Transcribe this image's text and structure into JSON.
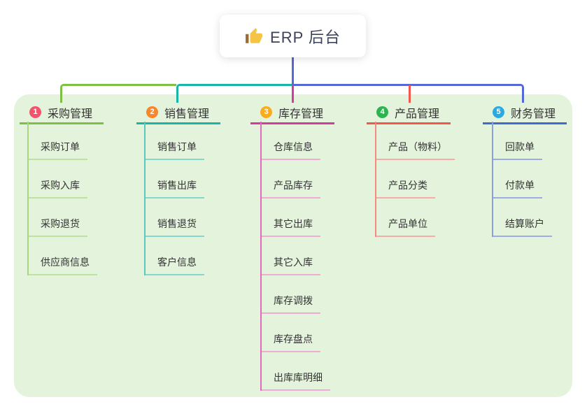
{
  "root": {
    "label": "ERP 后台",
    "icon": "thumbs-up"
  },
  "colors": {
    "canvas_bg": "#ffffff",
    "panel_bg": "#e4f3dc",
    "root_card_bg": "#ffffff",
    "root_text": "#3c4356",
    "node_text": "#333333",
    "root_line": "#5568d4",
    "thumb_yellow": "#f6c445",
    "thumb_cuff": "#9c6b34"
  },
  "branches": [
    {
      "num": "1",
      "title": "采购管理",
      "badge": "#f4536e",
      "line": "#7ec043",
      "line_mid": "#a9d77f",
      "line_light": "#bfe2a0",
      "children": [
        "采购订单",
        "采购入库",
        "采购退货",
        "供应商信息"
      ]
    },
    {
      "num": "2",
      "title": "销售管理",
      "badge": "#f8862d",
      "line": "#19b5a9",
      "line_mid": "#5bc8be",
      "line_light": "#86d6cd",
      "children": [
        "销售订单",
        "销售出库",
        "销售退货",
        "客户信息"
      ]
    },
    {
      "num": "3",
      "title": "库存管理",
      "badge": "#fcab19",
      "line": "#d13d9e",
      "line_mid": "#e06bb9",
      "line_light": "#f1abd7",
      "children": [
        "仓库信息",
        "产品库存",
        "其它出库",
        "其它入库",
        "库存调拨",
        "库存盘点",
        "出库库明细"
      ]
    },
    {
      "num": "4",
      "title": "产品管理",
      "badge": "#2bb450",
      "line": "#f2574e",
      "line_mid": "#f68880",
      "line_light": "#f8aca6",
      "children": [
        "产品（物料）",
        "产品分类",
        "产品单位"
      ]
    },
    {
      "num": "5",
      "title": "财务管理",
      "badge": "#29aae3",
      "line": "#3f6ad4",
      "line_mid": "#8a9ee0",
      "line_light": "#9cade4",
      "children": [
        "回款单",
        "付款单",
        "结算账户"
      ]
    }
  ]
}
